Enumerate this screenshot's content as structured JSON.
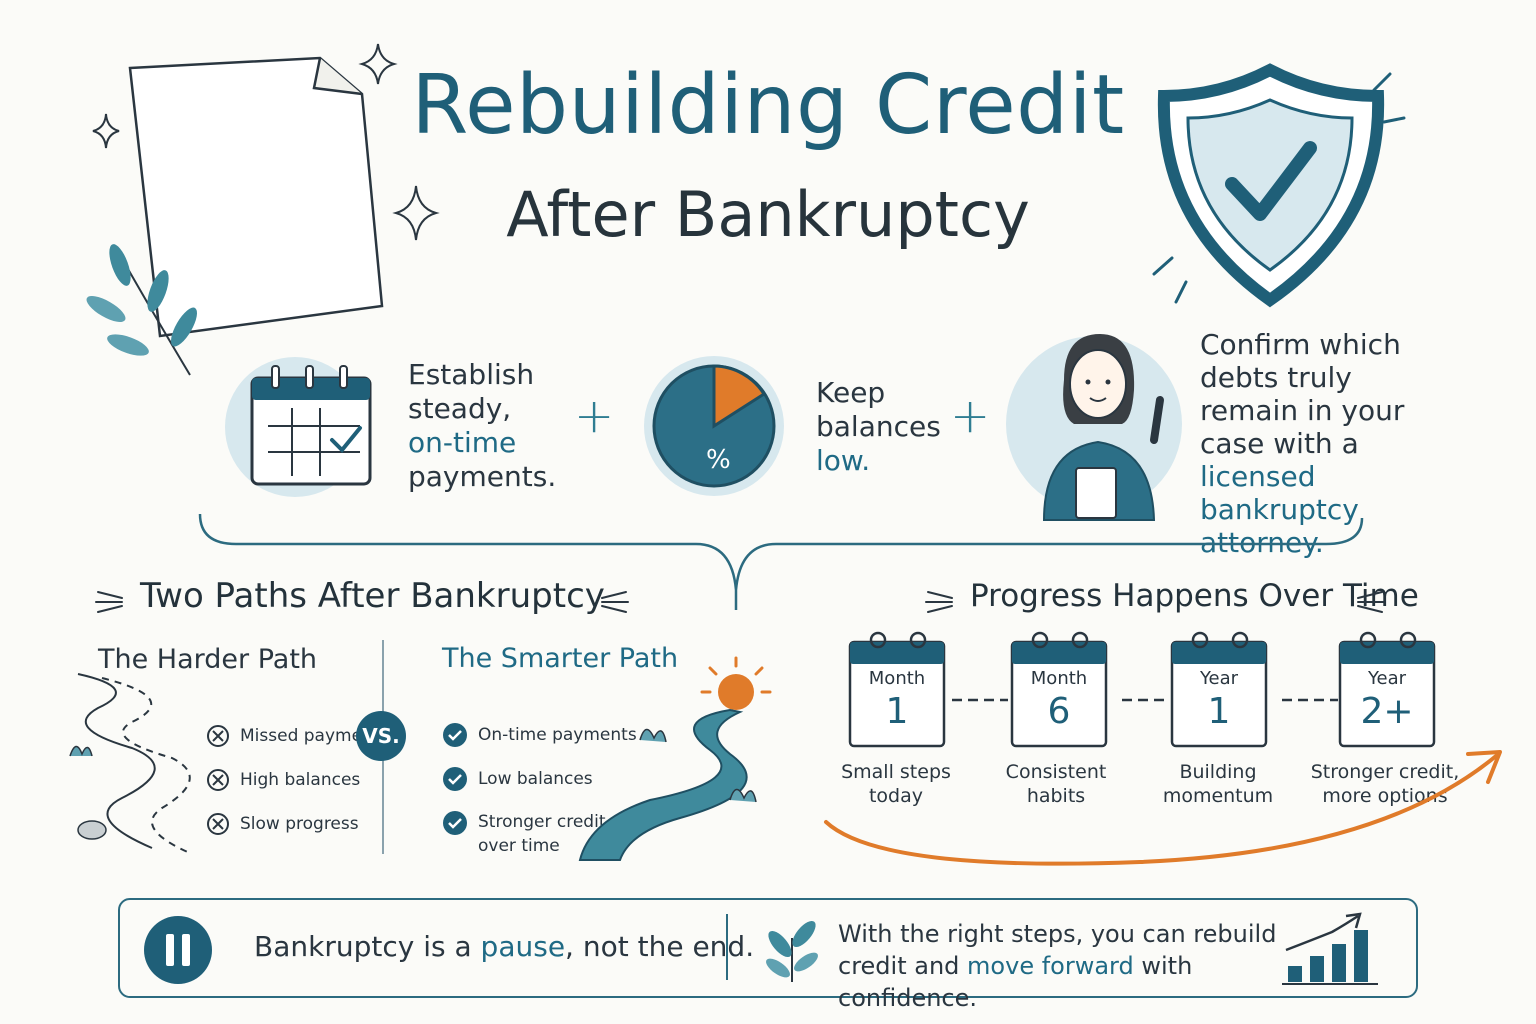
{
  "title": {
    "line1": "Rebuilding Credit",
    "line2": "After Bankruptcy"
  },
  "steps": [
    {
      "icon": "calendar-check-icon",
      "text_pre": "Establish steady,",
      "accent": "on-time",
      "text_post": "payments."
    },
    {
      "icon": "pie-percent-icon",
      "text_pre": "Keep balances",
      "accent": "low.",
      "text_post": ""
    },
    {
      "icon": "advisor-icon",
      "text_pre": "Confirm which debts truly remain in your case with a",
      "accent": "licensed bankruptcy attorney.",
      "text_post": ""
    }
  ],
  "step_lines": {
    "s1": [
      "Establish",
      "steady,",
      "on-time",
      "payments."
    ],
    "s2": [
      "Keep",
      "balances",
      "low."
    ],
    "s3": [
      "Confirm which",
      "debts truly",
      "remain in your",
      "case with a",
      "licensed bankruptcy",
      "attorney."
    ]
  },
  "operators": {
    "plus": "+"
  },
  "paths": {
    "section_title": "Two Paths After Bankruptcy",
    "harder": {
      "title": "The Harder Path",
      "items": [
        "Missed payments",
        "High balances",
        "Slow progress"
      ]
    },
    "vs": "VS.",
    "smarter": {
      "title": "The Smarter Path",
      "items": [
        "On-time payments",
        "Low balances",
        "Stronger credit",
        "over time"
      ]
    }
  },
  "progress": {
    "section_title": "Progress Happens Over Time",
    "milestones": [
      {
        "label": "Month",
        "value": "1",
        "caption1": "Small steps",
        "caption2": "today"
      },
      {
        "label": "Month",
        "value": "6",
        "caption1": "Consistent",
        "caption2": "habits"
      },
      {
        "label": "Year",
        "value": "1",
        "caption1": "Building",
        "caption2": "momentum"
      },
      {
        "label": "Year",
        "value": "2+",
        "caption1": "Stronger credit,",
        "caption2": "more options"
      }
    ]
  },
  "footer": {
    "left_pre": "Bankruptcy is a",
    "left_accent": "pause",
    "left_post": ", not the end.",
    "right_line1": "With the right steps, you can rebuild",
    "right_pre": "credit and",
    "right_accent": "move forward",
    "right_post": "with confidence."
  },
  "colors": {
    "primary": "#1f5f78",
    "accent_orange": "#e07b2a",
    "soft_blue": "#d7e8ee",
    "ink": "#2a3640"
  }
}
